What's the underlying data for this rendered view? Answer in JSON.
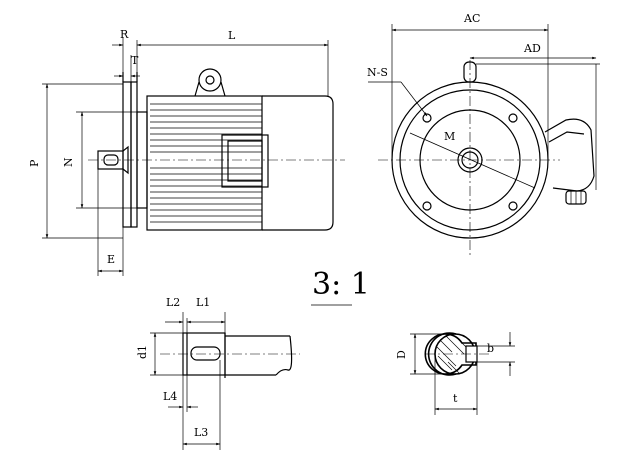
{
  "labels": {
    "R": "R",
    "L": "L",
    "T": "T",
    "P": "P",
    "N": "N",
    "E": "E",
    "AC": "AC",
    "AD": "AD",
    "NS": "N-S",
    "M": "M",
    "scale": "3: 1",
    "L1": "L1",
    "L2": "L2",
    "d1": "d1",
    "L4": "L4",
    "L3": "L3",
    "D": "D",
    "b": "b",
    "t": "t"
  }
}
